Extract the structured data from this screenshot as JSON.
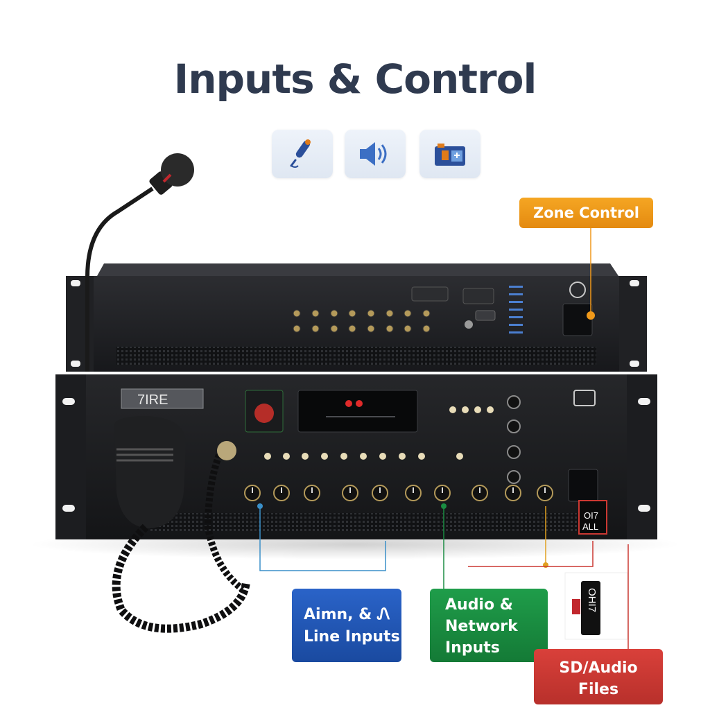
{
  "title": "Inputs & Control",
  "icons": [
    "microphone-icon",
    "speaker-volume-icon",
    "camera-media-icon"
  ],
  "device_labels": {
    "front_panel_logo": "7IRE",
    "all_call_label_1": "OI7",
    "all_call_label_2": "ALL",
    "sd_card_label": "OHI7"
  },
  "callouts": {
    "zone_control": "Zone Control",
    "mic_line": [
      "Aimn, & Ꮑ",
      "Line Inputs"
    ],
    "audio_network": [
      "Audio &",
      "Network",
      "Inputs"
    ],
    "sd_audio": [
      "SD/Audio",
      "Files"
    ]
  },
  "colors": {
    "title": "#2f3a4f",
    "zone_control": "#f0991a",
    "mic_line": "#2258b8",
    "audio_network": "#1a8c42",
    "sd_audio": "#cc3832",
    "chassis": "#1e1f22"
  }
}
